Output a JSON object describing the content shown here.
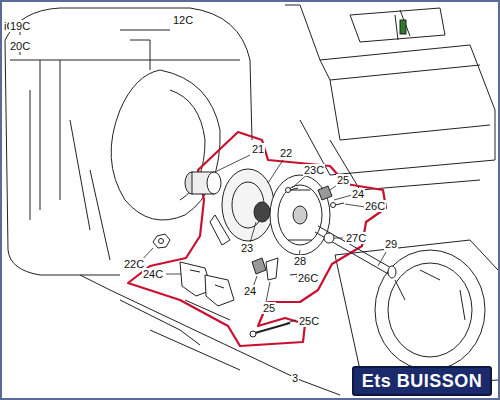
{
  "diagram": {
    "nodes": [
      {
        "text": [
          "Ets BUISSON"
        ]
      }
    ],
    "labels": [
      "iC",
      "19C",
      "20C",
      "12C",
      "21",
      "22",
      "23C",
      "25",
      "24",
      "26C",
      "27C",
      "23",
      "28",
      "24",
      "25",
      "26C",
      "29",
      "22C",
      "24C",
      "25C",
      "3"
    ]
  }
}
